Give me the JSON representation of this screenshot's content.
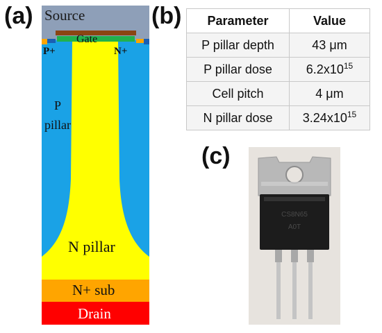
{
  "labels": {
    "a": "(a)",
    "b": "(b)",
    "c": "(c)"
  },
  "device": {
    "source": "Source",
    "gate": "Gate",
    "p_plus": "P+",
    "n_plus": "N+",
    "p_pillar_line1": "P",
    "p_pillar_line2": "pillar",
    "n_pillar": "N pillar",
    "n_sub": "N+ sub",
    "drain": "Drain",
    "colors": {
      "source": "#8e9fb8",
      "gate": "#8b4513",
      "gate_oxide": "#22b14c",
      "p_pillar": "#1aa2e6",
      "n_pillar": "#ffff00",
      "n_sub": "#ffa500",
      "drain": "#ff0000"
    }
  },
  "table": {
    "headers": [
      "Parameter",
      "Value"
    ],
    "rows": [
      {
        "param": "P pillar depth",
        "value": "43 μm",
        "sup": ""
      },
      {
        "param": "P pillar dose",
        "value": "6.2x10",
        "sup": "15"
      },
      {
        "param": "Cell pitch",
        "value": "4 μm",
        "sup": ""
      },
      {
        "param": "N pillar dose",
        "value": "3.24x10",
        "sup": "15"
      }
    ]
  },
  "photo": {
    "package_marking_line1": "CS8N65",
    "package_marking_line2": "A0T"
  }
}
